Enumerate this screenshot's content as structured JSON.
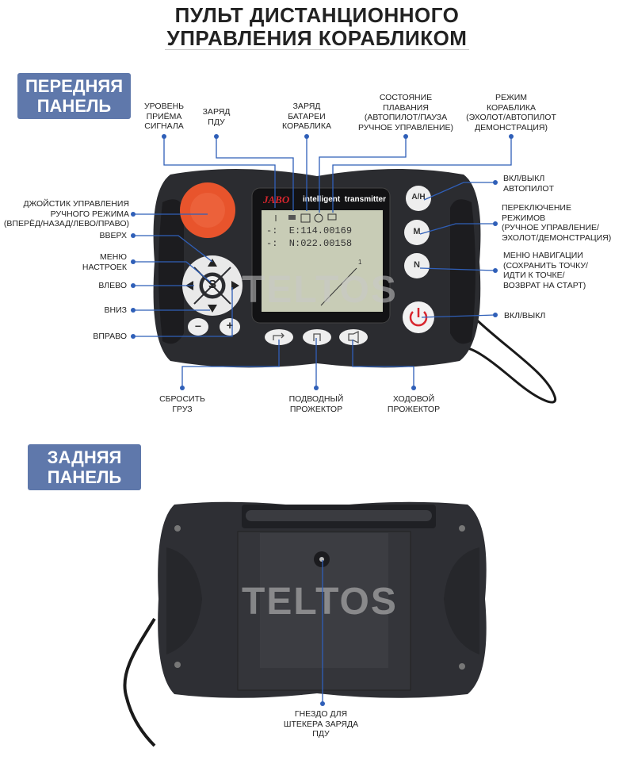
{
  "title": {
    "line1": "ПУЛЬТ ДИСТАНЦИОННОГО",
    "line2": "УПРАВЛЕНИЯ КОРАБЛИКОМ"
  },
  "front": {
    "badge": [
      "ПЕРЕДНЯЯ",
      "ПАНЕЛЬ"
    ],
    "top_labels": {
      "signal": [
        "УРОВЕНЬ",
        "ПРИЁМА",
        "СИГНАЛА"
      ],
      "remote_charge": [
        "ЗАРЯД",
        "ПДУ"
      ],
      "boat_battery": [
        "ЗАРЯД",
        "БАТАРЕИ",
        "КОРАБЛИКА"
      ],
      "sail_state": [
        "СОСТОЯНИЕ",
        "ПЛАВАНИЯ",
        "(АВТОПИЛОТ/ПАУЗА",
        "РУЧНОЕ УПРАВЛЕНИЕ)"
      ],
      "boat_mode": [
        "РЕЖИМ",
        "КОРАБЛИКА",
        "(ЭХОЛОТ/АВТОПИЛОТ",
        "ДЕМОНСТРАЦИЯ)"
      ]
    },
    "left_labels": {
      "joystick": [
        "ДЖОЙСТИК УПРАВЛЕНИЯ",
        "РУЧНОГО РЕЖИМА",
        "(ВПЕРЁД/НАЗАД/ЛЕВО/ПРАВО)"
      ],
      "up": "ВВЕРХ",
      "settings": [
        "МЕНЮ",
        "НАСТРОЕК"
      ],
      "left": "ВЛЕВО",
      "down": "ВНИЗ",
      "right": "ВПРАВО"
    },
    "right_labels": {
      "autopilot": [
        "ВКЛ/ВЫКЛ",
        "АВТОПИЛОТ"
      ],
      "mode_switch": [
        "ПЕРЕКЛЮЧЕНИЕ",
        "РЕЖИМОВ",
        "(РУЧНОЕ УПРАВЛЕНИЕ/",
        "ЭХОЛОТ/ДЕМОНСТРАЦИЯ)"
      ],
      "nav_menu": [
        "МЕНЮ НАВИГАЦИИ",
        "(СОХРАНИТЬ ТОЧКУ/",
        "ИДТИ К ТОЧКЕ/",
        "ВОЗВРАТ НА СТАРТ)"
      ],
      "power": "ВКЛ/ВЫКЛ"
    },
    "bottom_labels": {
      "drop_cargo": [
        "СБРОСИТЬ",
        "ГРУЗ"
      ],
      "underwater_light": [
        "ПОДВОДНЫЙ",
        "ПРОЖЕКТОР"
      ],
      "running_light": [
        "ХОДОВОЙ",
        "ПРОЖЕКТОР"
      ]
    },
    "device": {
      "brand": "JABO",
      "subtitle": "intelligent  transmitter",
      "screen_line1": "-:  E:114.00169",
      "screen_line2": "-:  N:022.00158",
      "screen_marker": "1",
      "btn_autopilot": "A/H",
      "btn_mode": "M",
      "btn_nav": "N",
      "btn_select": "S",
      "btn_minus": "−",
      "btn_plus": "+"
    },
    "watermark": "TELTOS"
  },
  "back": {
    "badge": [
      "ЗАДНЯЯ",
      "ПАНЕЛЬ"
    ],
    "socket_label": [
      "ГНЕЗДО ДЛЯ",
      "ШТЕКЕРА ЗАРЯДА",
      "ПДУ"
    ],
    "watermark": "TELTOS"
  },
  "colors": {
    "accent": "#5f78ab",
    "leader": "#2f5fb8",
    "joystick": "#e8542c",
    "power_icon": "#d8262e",
    "body": "#2b2c30",
    "lcd": "#c8ccb6"
  }
}
